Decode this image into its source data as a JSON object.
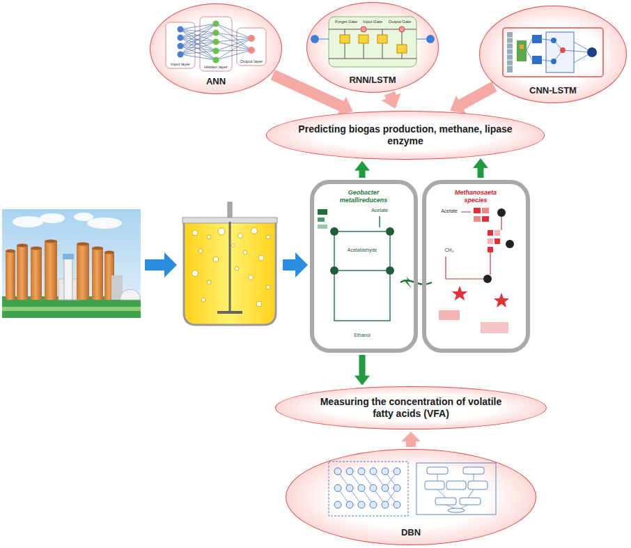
{
  "diagram": {
    "nodes": [
      {
        "text": [
          "ANN"
        ]
      },
      {
        "text": [
          "RNN/LSTM"
        ]
      },
      {
        "text": [
          "CNN-LSTM"
        ]
      },
      {
        "text": [
          "Predicting biogas production, methane, lipase enzyme"
        ]
      },
      {
        "text": [
          "Geobacter metallireducens"
        ]
      },
      {
        "text": [
          "Methanosaeta species"
        ]
      },
      {
        "text": [
          "Measuring the concentration of volatile fatty acids (VFA)"
        ]
      },
      {
        "text": [
          "DBN"
        ]
      }
    ],
    "edges": [
      {
        "from": 0,
        "to": 3,
        "arrow": "to"
      },
      {
        "from": 1,
        "to": 3,
        "arrow": "to"
      },
      {
        "from": 2,
        "to": 3,
        "arrow": "to"
      },
      {
        "from": 4,
        "to": 3,
        "arrow": "to"
      },
      {
        "from": 5,
        "to": 3,
        "arrow": "to"
      },
      {
        "from": 4,
        "to": 6,
        "arrow": "to"
      },
      {
        "from": 7,
        "to": 6,
        "arrow": "to"
      }
    ],
    "labels": [
      "Input layer",
      "Hidden layer",
      "Output layer",
      "Forget Gate",
      "Input Gate",
      "Output Gate",
      "Acetate",
      "Acetaldehyde",
      "Ethanol",
      "Acetate",
      "CH₄"
    ]
  }
}
